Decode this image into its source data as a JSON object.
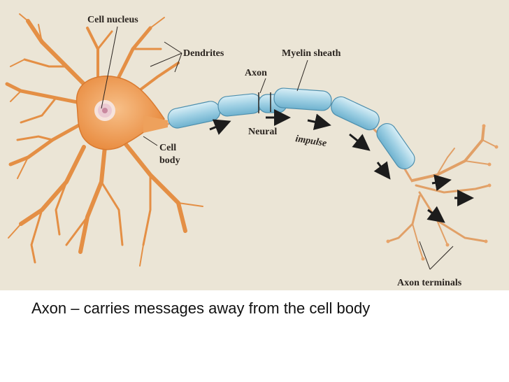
{
  "diagram": {
    "labels": {
      "cell_nucleus": "Cell nucleus",
      "dendrites": "Dendrites",
      "myelin_sheath": "Myelin sheath",
      "axon": "Axon",
      "neural": "Neural",
      "impulse": "impulse",
      "cell_body_1": "Cell",
      "cell_body_2": "body",
      "axon_terminals": "Axon terminals"
    },
    "colors": {
      "background": "#ebe5d6",
      "cell_body": "#f0a25a",
      "myelin": "#a9d6e6",
      "arrows": "#1c1c1c"
    }
  },
  "caption": "Axon – carries messages away from the cell body"
}
